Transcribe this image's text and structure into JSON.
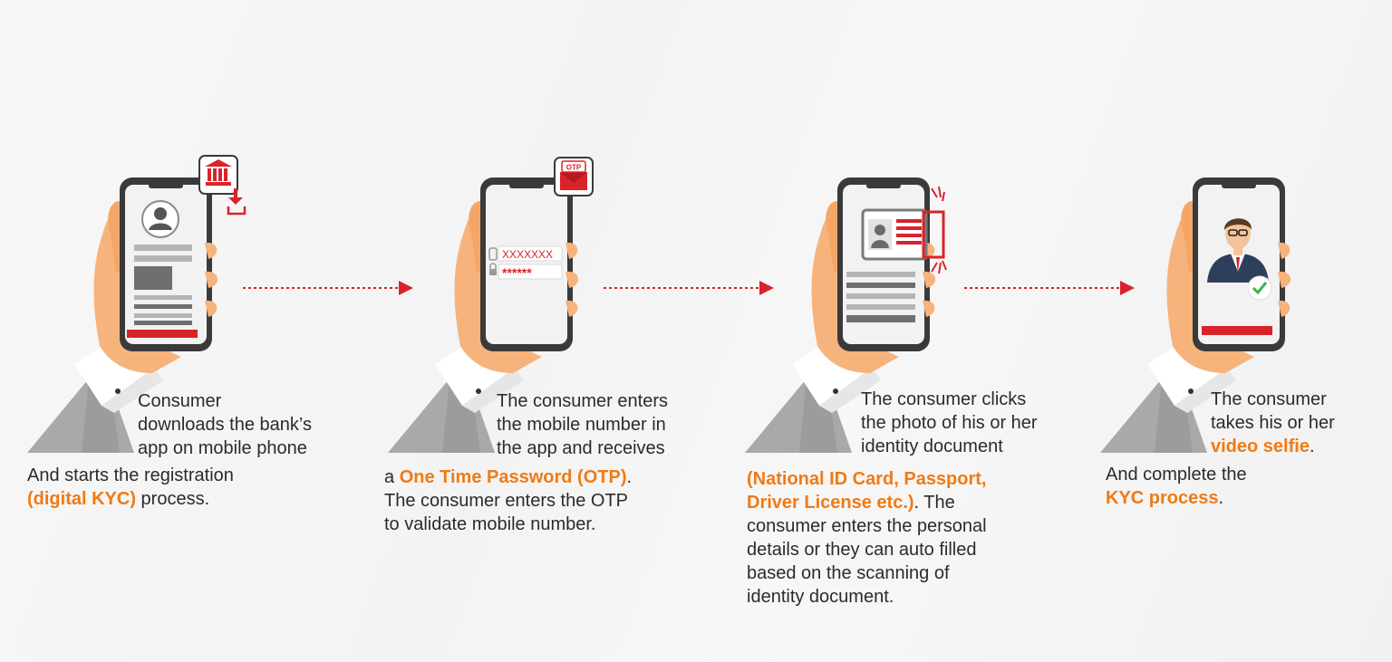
{
  "colors": {
    "accent": "#d9232b",
    "highlight": "#f07a14",
    "skin": "#f7b37c",
    "phone_body": "#3a3a3a",
    "screen": "#f2f2f2",
    "sleeve": "#a7a7a7",
    "text": "#2b2b2b"
  },
  "steps": [
    {
      "icon": "bank-download-icon",
      "top_text": [
        "Consumer",
        "downloads the bank’s",
        "app on mobile phone"
      ],
      "bottom": {
        "line1": "And starts the registration",
        "highlight": "(digital KYC)",
        "after": " process."
      }
    },
    {
      "icon": "otp-envelope-icon",
      "otp_badge": "OTP",
      "otp_field_1": "XXXXXXX",
      "otp_field_2": "******",
      "top_text": [
        "The consumer enters",
        "the mobile number in",
        "the app and receives"
      ],
      "bottom": {
        "prefix": "a ",
        "highlight": "One Time Password (OTP)",
        "after": ".",
        "line2": "The consumer enters the OTP",
        "line3": "to validate mobile number."
      }
    },
    {
      "icon": "id-card-scan-icon",
      "top_text": [
        "The consumer clicks",
        "the photo of his or her",
        "identity document"
      ],
      "bottom": {
        "highlight1": "(National ID Card, Passport,",
        "highlight2": "Driver License etc.)",
        "after": ". The",
        "lines": [
          "consumer enters the personal",
          "details or they can auto filled",
          "based on the scanning of",
          "identity document."
        ]
      }
    },
    {
      "icon": "video-selfie-icon",
      "top_text": [
        "The consumer",
        "takes his or her"
      ],
      "top_highlight": "video selfie",
      "top_after": ".",
      "bottom": {
        "line1": "And complete the",
        "highlight": "KYC process",
        "after": "."
      }
    }
  ]
}
